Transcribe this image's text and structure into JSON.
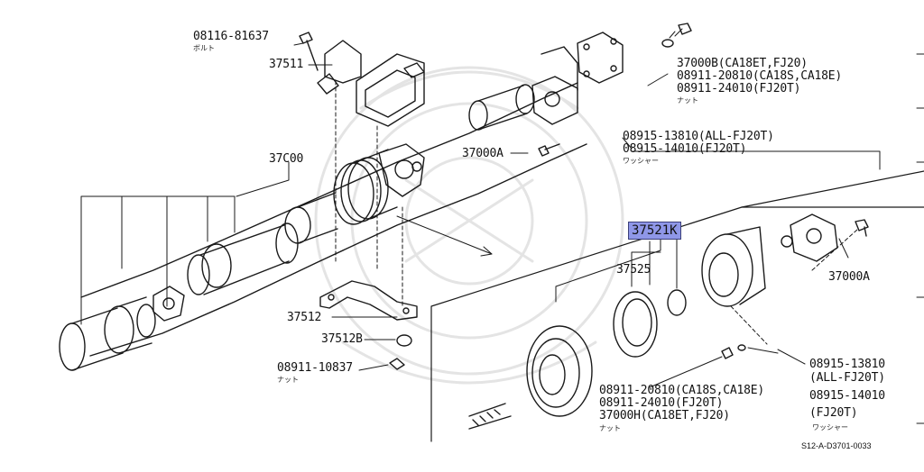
{
  "diagram": {
    "labels": {
      "p08116": "08116-81637",
      "p08116_jp": "ボルト",
      "p37511": "37511",
      "p37000": "37C00",
      "p37512": "37512",
      "p37512b": "37512B",
      "p08911_10837": "08911-10837",
      "p08911_10837_jp": "ナット",
      "p37000b": "37000B(CA18ET,FJ20)",
      "p08911_20810_top": "08911-20810(CA18S,CA18E)",
      "p08911_24010_top": "08911-24010(FJ20T)",
      "nut_top_jp": "ナット",
      "p37000a_mid": "37000A",
      "p08915_13810_top": "08915-13810(ALL-FJ20T)",
      "p08915_14010_top": "08915-14010(FJ20T)",
      "washer_top_jp": "ワッシャー",
      "p37521k": "37521K",
      "p37525": "37525",
      "p37000a_right": "37000A",
      "p08915_13810_r": "08915-13810",
      "p_all_fj20t": "(ALL-FJ20T)",
      "p08915_14010_r": "08915-14010",
      "p_fj20t": "(FJ20T)",
      "washer_r_jp": "ワッシャー",
      "p08911_20810_bot": "08911-20810(CA18S,CA18E)",
      "p08911_24010_bot": "08911-24010(FJ20T)",
      "p37000h": "37000H(CA18ET,FJ20)",
      "nut_bot_jp": "ナット",
      "doc_code": "S12-A-D3701-0033"
    },
    "highlight_color": "#8f97e8"
  }
}
